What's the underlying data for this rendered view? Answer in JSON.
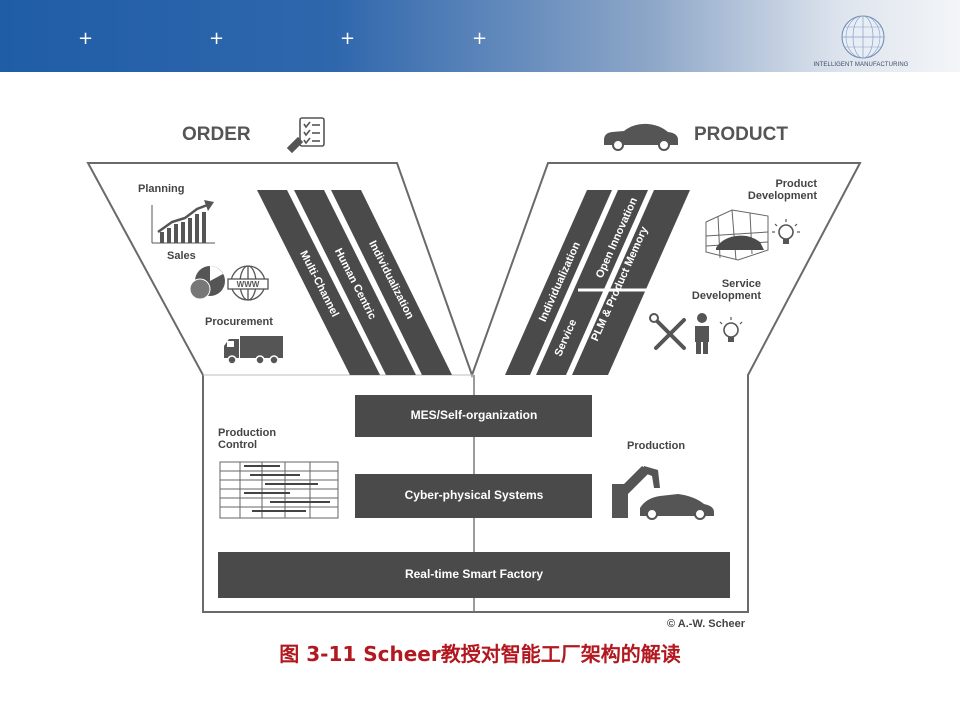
{
  "banner": {
    "plus_marks": [
      "+",
      "+",
      "+",
      "+"
    ],
    "brand_text": "INTELLIGENT MANUFACTURING",
    "brand_icon": "globe-icon"
  },
  "diagram": {
    "order_title": "ORDER",
    "product_title": "PRODUCT",
    "left_sections": {
      "planning": "Planning",
      "sales": "Sales",
      "procurement": "Procurement",
      "production_control_line1": "Production",
      "production_control_line2": "Control"
    },
    "right_sections": {
      "product_dev_line1": "Product",
      "product_dev_line2": "Development",
      "service_dev_line1": "Service",
      "service_dev_line2": "Development",
      "production": "Production"
    },
    "left_stripes": [
      "Multi-Channel",
      "Human Centric",
      "Individualization"
    ],
    "right_stripes": [
      "Individualization",
      "Service",
      "Open Innovation",
      "PLM & Product Memory"
    ],
    "center_bars": [
      "MES/Self-organization",
      "Cyber-physical Systems",
      "Real-time Smart Factory"
    ],
    "copyright": "© A.-W. Scheer",
    "colors": {
      "dark_band": "#4a4a4a",
      "outline": "#6a6a6a",
      "caption": "#b2181f"
    }
  },
  "caption": "图 3-11 Scheer教授对智能工厂架构的解读"
}
